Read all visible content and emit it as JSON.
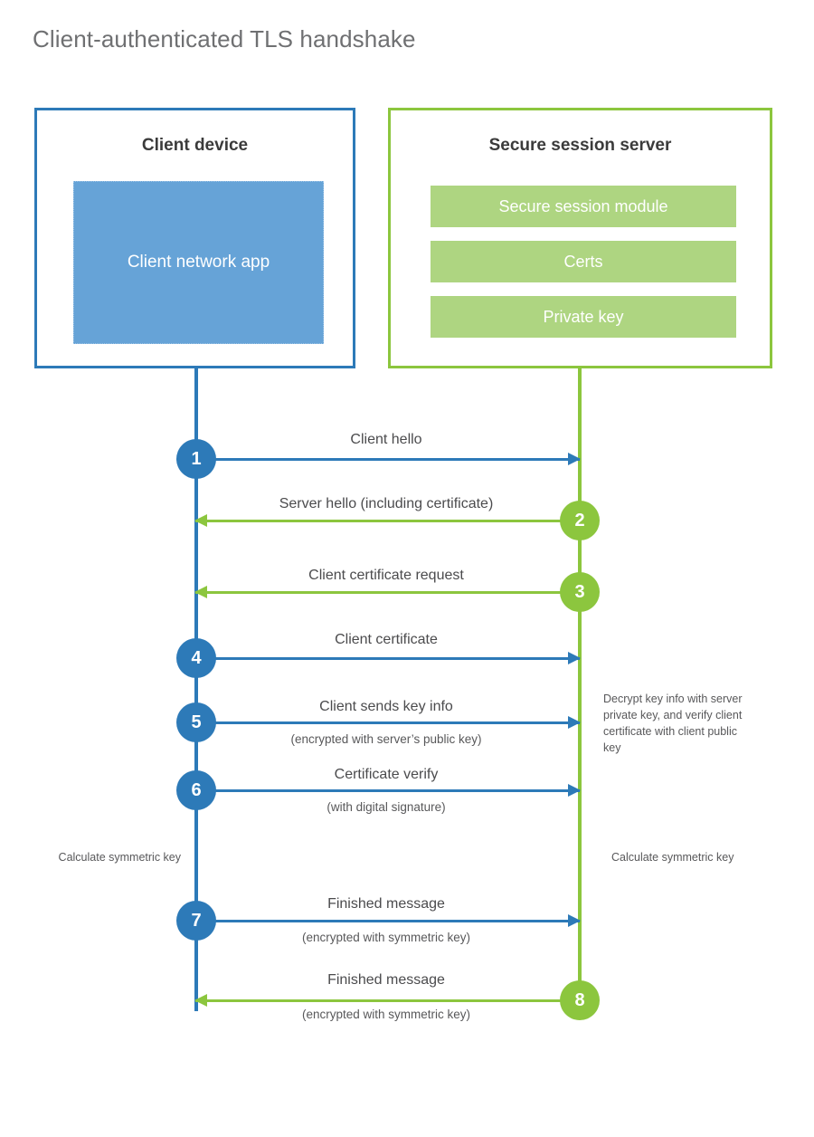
{
  "page": {
    "title": "Client-authenticated TLS handshake",
    "background": "#ffffff"
  },
  "colors": {
    "blue": "#2d7ab8",
    "blue_fill": "#66a3d7",
    "green": "#8cc63e",
    "green_fill": "#aed581",
    "text": "#4b4b4d",
    "title_text": "#6f7072"
  },
  "entities": {
    "client": {
      "title": "Client device",
      "component": "Client network app"
    },
    "server": {
      "title": "Secure session server",
      "components": [
        "Secure session module",
        "Certs",
        "Private key"
      ]
    }
  },
  "steps": [
    {
      "number": "1",
      "label": "Client hello",
      "sub": "",
      "direction": "client-to-server",
      "color": "blue"
    },
    {
      "number": "2",
      "label": "Server hello (including certificate)",
      "sub": "",
      "direction": "server-to-client",
      "color": "green"
    },
    {
      "number": "3",
      "label": "Client certificate request",
      "sub": "",
      "direction": "server-to-client",
      "color": "green"
    },
    {
      "number": "4",
      "label": "Client certificate",
      "sub": "",
      "direction": "client-to-server",
      "color": "blue"
    },
    {
      "number": "5",
      "label": "Client sends key info",
      "sub": "(encrypted with server’s public key)",
      "direction": "client-to-server",
      "color": "blue"
    },
    {
      "number": "6",
      "label": "Certificate verify",
      "sub": "(with digital signature)",
      "direction": "client-to-server",
      "color": "blue"
    },
    {
      "number": "7",
      "label": "Finished message",
      "sub": "(encrypted with symmetric key)",
      "direction": "client-to-server",
      "color": "blue"
    },
    {
      "number": "8",
      "label": "Finished message",
      "sub": "(encrypted with symmetric key)",
      "direction": "server-to-client",
      "color": "green"
    }
  ],
  "annotations": {
    "server_decrypt": "Decrypt key info with server private key, and verify client certificate with client public key",
    "client_calculate": "Calculate symmetric key",
    "server_calculate": "Calculate symmetric key"
  }
}
